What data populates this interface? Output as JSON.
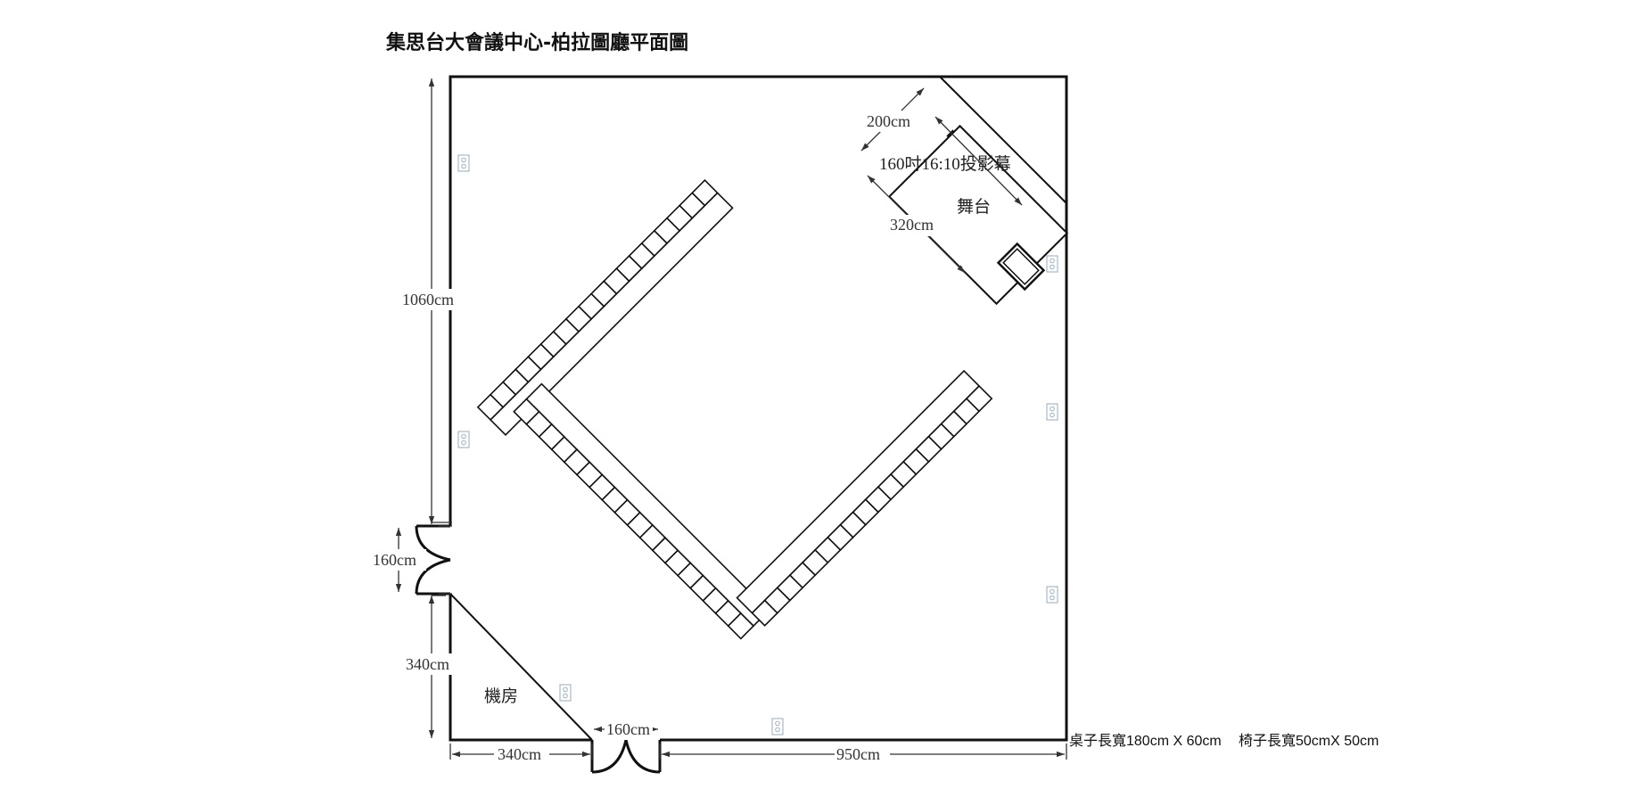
{
  "title": "集思台大會議中心-柏拉圖廳平面圖",
  "dimensions": {
    "left_wall_height": "1060cm",
    "left_door_width": "160cm",
    "left_lower_height": "340cm",
    "bottom_left_width": "340cm",
    "bottom_door_width": "160cm",
    "bottom_right_width": "950cm",
    "stage_depth": "200cm",
    "stage_width": "320cm"
  },
  "labels": {
    "screen": "160吋16:10投影幕",
    "stage": "舞台",
    "machine_room": "機房"
  },
  "legend": {
    "table": "桌子長寬180cm X 60cm",
    "chair": "椅子長寬50cmX 50cm"
  },
  "colors": {
    "wall": "#111111",
    "dimension": "#333333",
    "outlet": "#9aa9b8"
  }
}
